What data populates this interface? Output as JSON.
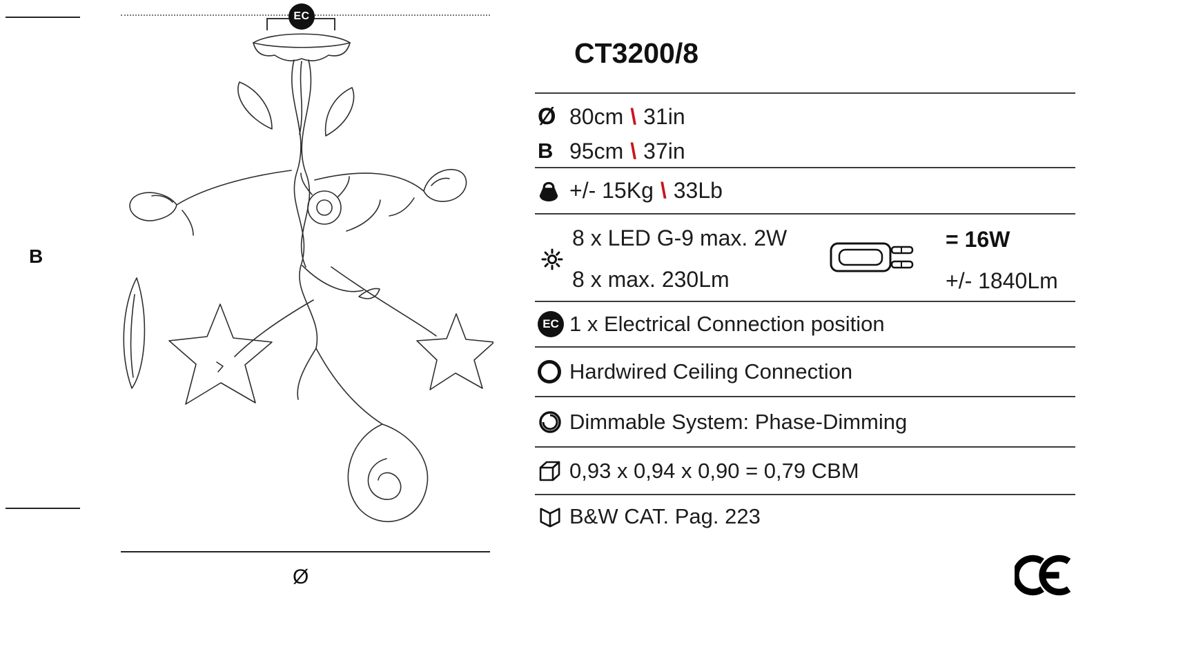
{
  "title": "CT3200/8",
  "separator": "\\",
  "colors": {
    "accent_red": "#c8161d",
    "text": "#1c1c1c"
  },
  "drawing": {
    "ec_badge": "EC",
    "height_label": "B",
    "diameter_label": "Ø"
  },
  "specs": {
    "diameter": {
      "icon": "Ø",
      "metric": "80cm",
      "imperial": "31in"
    },
    "height": {
      "icon": "B",
      "metric": "95cm",
      "imperial": "37in"
    },
    "weight": {
      "metric": "+/- 15Kg",
      "imperial": "33Lb"
    },
    "lamping": {
      "bulbs": "8 x LED G-9 max. 2W",
      "lumens": "8 x max. 230Lm",
      "total_wattage": "= 16W",
      "total_lumens": "+/- 1840Lm"
    },
    "electrical_connection": {
      "badge": "EC",
      "label": "1 x Electrical Connection position"
    },
    "mounting": {
      "label": "Hardwired Ceiling Connection"
    },
    "dimming": {
      "label": "Dimmable System: Phase-Dimming"
    },
    "packaging": {
      "label": "0,93 x 0,94 x 0,90 = 0,79 CBM"
    },
    "catalog": {
      "label": "B&W CAT. Pag. 223"
    }
  },
  "certification": {
    "mark": "CE"
  }
}
